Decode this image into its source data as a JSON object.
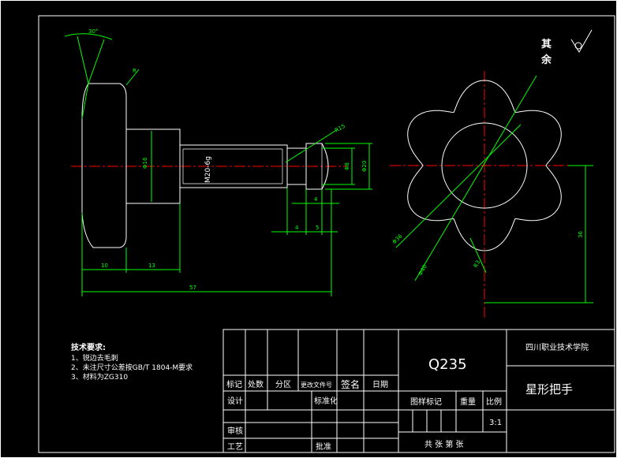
{
  "colors": {
    "background": "#000000",
    "frame": "#ffffff",
    "outline": "#ffffff",
    "dimension": "#00ff00",
    "centerline": "#ff0000",
    "hatch": "#ffffff",
    "text": "#ffffff"
  },
  "drawing": {
    "surface_finish_label": "其余",
    "dims": {
      "angle_top": "30°",
      "chamfer_small": "R",
      "length_total": "57",
      "length_head": "10",
      "length_neck": "13",
      "dia_neck": "Φ16",
      "thread": "M20-6g",
      "len_tip": "4",
      "len_tip2": "5",
      "len_tip3": "4",
      "dia_tip1": "Φ8",
      "dia_tip2": "Φ20",
      "tip_radius": "R15",
      "knob_dia_outer": "Φ40",
      "knob_dia_inner": "Φ36",
      "knob_radius": "R3",
      "knob_height": "36"
    }
  },
  "tech_requirements": {
    "title": "技术要求:",
    "items": [
      "1、锐边去毛刺",
      "2、未注尺寸公差按GB/T 1804-M要求",
      "3、材料为ZG310"
    ]
  },
  "title_block": {
    "material": "Q235",
    "school": "四川职业技术学院",
    "part_name": "星形把手",
    "headers": [
      "标记",
      "处数",
      "分区",
      "更改文件号",
      "签名",
      "日期"
    ],
    "row_labels": [
      "设计",
      "标准化",
      "审核",
      "工艺",
      "批准"
    ],
    "stage_label": "图样标记",
    "weight_label": "重量",
    "scale_label": "比例",
    "scale_value": "3:1",
    "sheet_label": "共 张 第 张"
  }
}
